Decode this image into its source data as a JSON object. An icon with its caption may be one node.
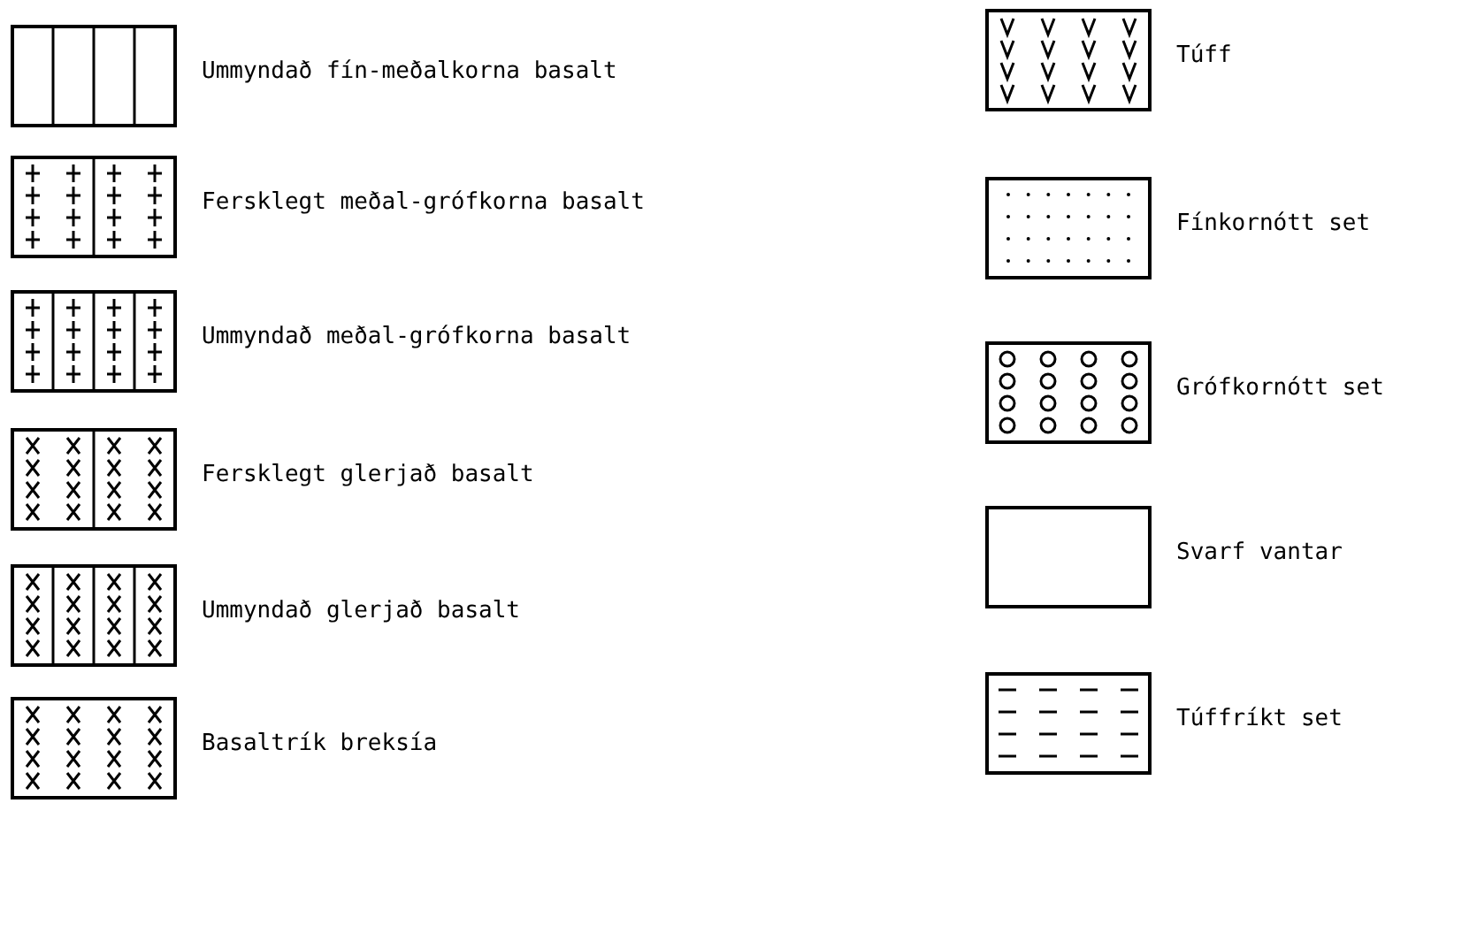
{
  "diagram": {
    "legend": [
      {
        "text": "Ummyndað fín-meðalkorna basalt"
      },
      {
        "text": "Fersklegt meðal-grófkorna basalt"
      },
      {
        "text": "Ummyndað meðal-grófkorna basalt"
      },
      {
        "text": "Fersklegt glerjað basalt"
      },
      {
        "text": "Ummyndað glerjað basalt"
      },
      {
        "text": "Basaltrík breksía"
      },
      {
        "text": "Túff"
      },
      {
        "text": "Fínkornótt set"
      },
      {
        "text": "Grófkornótt set"
      },
      {
        "text": "Svarf vantar"
      },
      {
        "text": "Túffríkt set"
      }
    ]
  }
}
